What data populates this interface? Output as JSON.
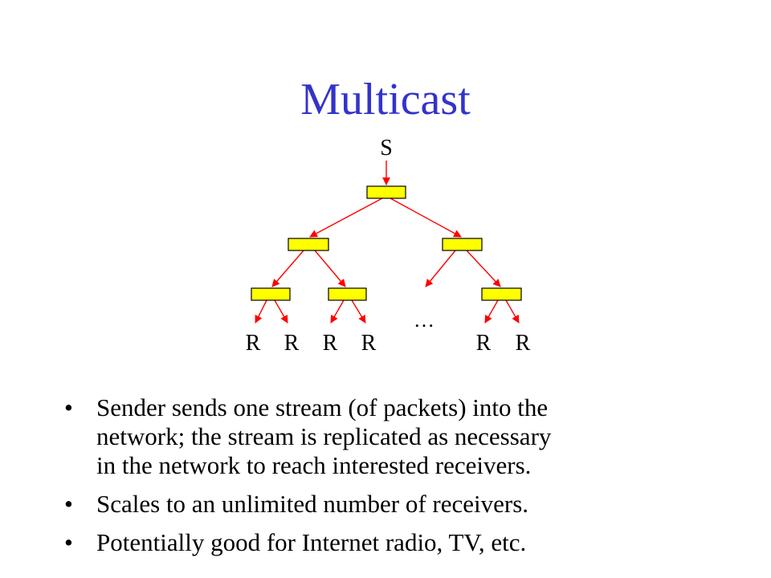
{
  "slide": {
    "title": "Multicast",
    "title_color": "#3333cc"
  },
  "diagram": {
    "sender_label": "S",
    "receiver_label": "R",
    "ellipsis": "…",
    "router_fill": "#ffff00",
    "router_stroke": "#000000",
    "link_color": "#ff0000"
  },
  "bullets": [
    {
      "lines": [
        "Sender sends one stream (of packets) into the",
        "network; the stream is replicated as necessary",
        "in the network to reach interested receivers."
      ]
    },
    {
      "lines": [
        "Scales to an unlimited number of receivers."
      ]
    },
    {
      "lines": [
        "Potentially good for Internet radio, TV, etc."
      ]
    }
  ],
  "bullet_symbol": "•"
}
